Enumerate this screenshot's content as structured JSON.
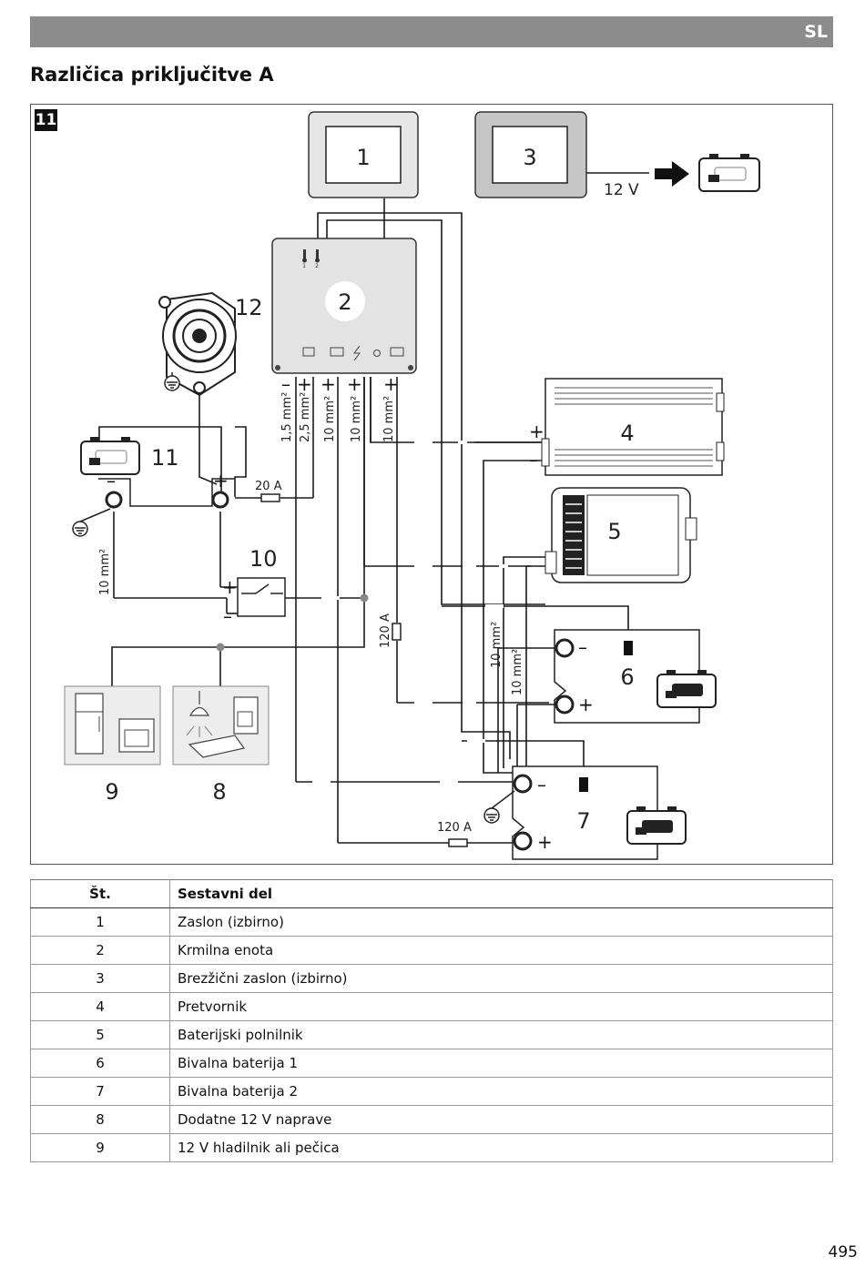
{
  "header": {
    "language": "SL"
  },
  "title": "Različica priključitve A",
  "figure": {
    "number": "11",
    "component_numbers": [
      "1",
      "2",
      "3",
      "4",
      "5",
      "6",
      "7",
      "8",
      "9",
      "10",
      "11",
      "12"
    ],
    "voltage": "12 V",
    "fuse_20": "20 A",
    "fuse_120_a": "120 A",
    "fuse_120_b": "120 A",
    "wire_1_5": "1,5 mm²",
    "wire_2_5": "2,5 mm²",
    "wire_10": "10 mm²",
    "plus": "+",
    "minus": "–",
    "temp_1": "1",
    "temp_2": "2",
    "icons": [
      "display-icon",
      "control-unit-icon",
      "wireless-display-icon",
      "inverter-icon",
      "battery-charger-icon",
      "battery-icon",
      "refrigerator-icon",
      "oven-icon",
      "lamp-icon",
      "coffee-machine-icon",
      "alternator-icon",
      "ground-icon",
      "switch-icon",
      "vehicle-battery-icon",
      "arrow-right-icon",
      "thermometer-icon"
    ]
  },
  "table": {
    "headers": [
      "Št.",
      "Sestavni del"
    ],
    "rows": [
      [
        "1",
        "Zaslon (izbirno)"
      ],
      [
        "2",
        "Krmilna enota"
      ],
      [
        "3",
        "Brezžični zaslon (izbirno)"
      ],
      [
        "4",
        "Pretvornik"
      ],
      [
        "5",
        "Baterijski polnilnik"
      ],
      [
        "6",
        "Bivalna baterija 1"
      ],
      [
        "7",
        "Bivalna baterija 2"
      ],
      [
        "8",
        "Dodatne 12 V naprave"
      ],
      [
        "9",
        "12 V hladilnik ali pečica"
      ]
    ]
  },
  "page_number": "495"
}
